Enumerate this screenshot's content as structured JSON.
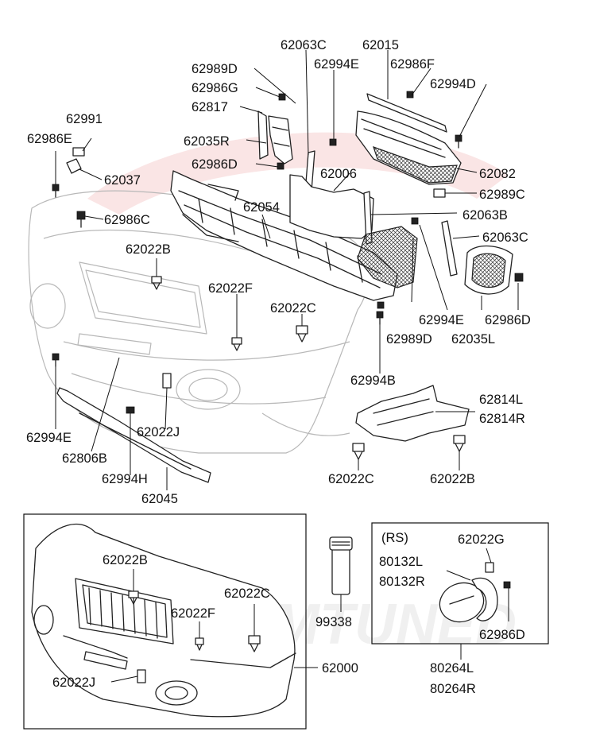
{
  "watermark": {
    "text": "EVOMTUNED"
  },
  "labels": {
    "l62063C_top": "62063C",
    "l62015": "62015",
    "l62989D_top": "62989D",
    "l62994E_top": "62994E",
    "l62986F": "62986F",
    "l62994D": "62994D",
    "l62986G": "62986G",
    "l62817": "62817",
    "l62991": "62991",
    "l62986E": "62986E",
    "l62035R": "62035R",
    "l62986D_upper": "62986D",
    "l62006": "62006",
    "l62082": "62082",
    "l62037": "62037",
    "l62989C": "62989C",
    "l62054": "62054",
    "l62063B": "62063B",
    "l62986C": "62986C",
    "l62063C_right": "62063C",
    "l62022B_upper": "62022B",
    "l62022F_upper": "62022F",
    "l62022C_upper": "62022C",
    "l62994E_mid": "62994E",
    "l62986D_right": "62986D",
    "l62989D_mid": "62989D",
    "l62035L": "62035L",
    "l62994B": "62994B",
    "l62814L": "62814L",
    "l62814R": "62814R",
    "l62022J_upper": "62022J",
    "l62994E_left": "62994E",
    "l62806B": "62806B",
    "l62994H": "62994H",
    "l62022C_lower": "62022C",
    "l62022B_lower": "62022B",
    "l62045": "62045",
    "lRS": "(RS)",
    "l62022G": "62022G",
    "l62022B_inset": "62022B",
    "l80132L": "80132L",
    "l80132R": "80132R",
    "l62022C_inset": "62022C",
    "l62022F_inset": "62022F",
    "l99338": "99338",
    "l62986D_inset": "62986D",
    "l62000": "62000",
    "l80264L": "80264L",
    "l62022J_inset": "62022J",
    "l80264R": "80264R"
  }
}
